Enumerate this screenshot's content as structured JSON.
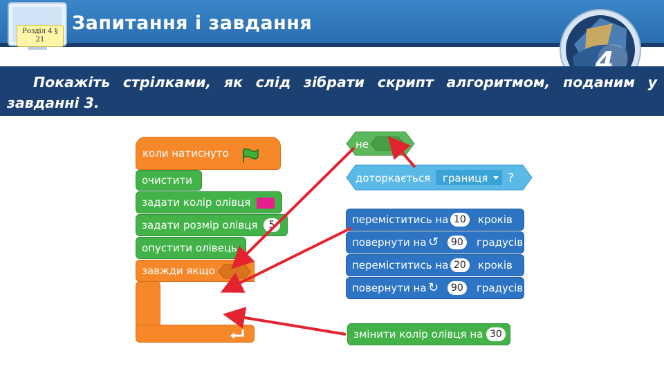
{
  "header": {
    "section_badge_line1": "Розділ 4 §",
    "section_badge_line2": "21",
    "title": "Запитання і завдання",
    "logo_number": "4"
  },
  "task": {
    "text": "Покажіть стрілками, як слід зібрати скрипт алгоритмом, поданим у завданні 3."
  },
  "colors": {
    "header_blue": "#3a86c8",
    "task_bg": "#1a4172",
    "events_orange": "#f7882a",
    "pen_green": "#43b349",
    "motion_blue": "#2e74c4",
    "sensing_light_blue": "#5bb9e8",
    "arrow_red": "#e3232f"
  },
  "script": {
    "when_clicked": "коли натиснуто",
    "clear": "очистити",
    "set_pen_color": "задати колір олівця",
    "set_pen_size": "задати розмір олівця",
    "set_pen_size_value": "5",
    "pen_down": "опустити олівець",
    "forever_if": "завжди якщо"
  },
  "pieces": {
    "not": "не",
    "touching": "доторкається",
    "touching_option": "границя",
    "question": "?",
    "motion": [
      {
        "label_a": "переміститись на",
        "value": "10",
        "label_b": "кроків"
      },
      {
        "label_a": "повернути на",
        "value": "90",
        "label_b": "градусів",
        "icon": "rotate-left-icon"
      },
      {
        "label_a": "переміститись на",
        "value": "20",
        "label_b": "кроків"
      },
      {
        "label_a": "повернути на",
        "value": "90",
        "label_b": "градусів",
        "icon": "rotate-right-icon"
      }
    ],
    "change_pen_color": "змінити колір олівця на",
    "change_pen_color_value": "30"
  }
}
